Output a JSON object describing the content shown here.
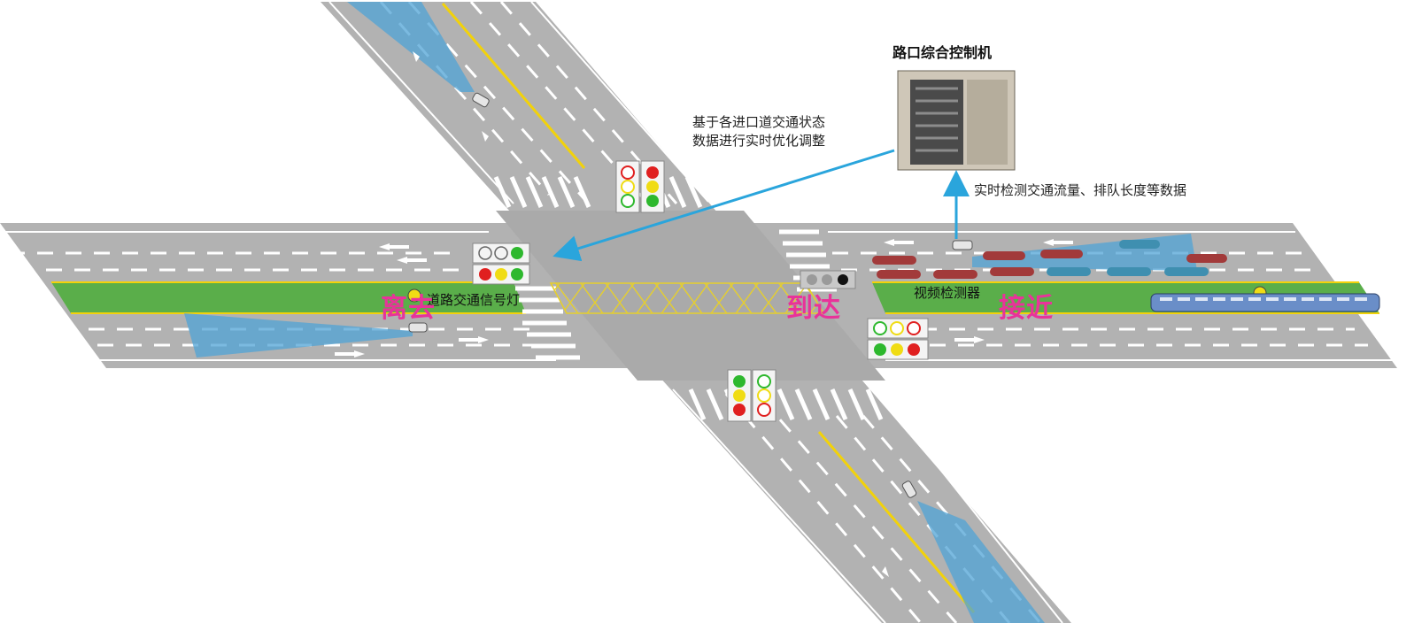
{
  "labels": {
    "controller_title": "路口综合控制机",
    "optimize_line1": "基于各进口道交通状态",
    "optimize_line2": "数据进行实时优化调整",
    "detect_data": "实时检测交通流量、排队长度等数据",
    "signal_light": "道路交通信号灯",
    "video_detector": "视频检测器"
  },
  "stages": {
    "depart": "离去",
    "arrive": "到达",
    "approach": "接近"
  },
  "colors": {
    "road": "#b2b2b2",
    "road_center": "#a8a8a8",
    "green_median": "#5aae4a",
    "yellow_line": "#f2d20a",
    "detection_zone": "#4fa3d6",
    "arrow": "#2aa5dc",
    "stage_text": "#e8339a",
    "signal_red": "#e02020",
    "signal_yellow": "#f0dc14",
    "signal_green": "#2eb82e"
  },
  "icons": [
    "traffic-signal-icon",
    "camera-icon",
    "controller-cabinet-icon",
    "car-icon",
    "tram-icon",
    "arrow-icon"
  ]
}
